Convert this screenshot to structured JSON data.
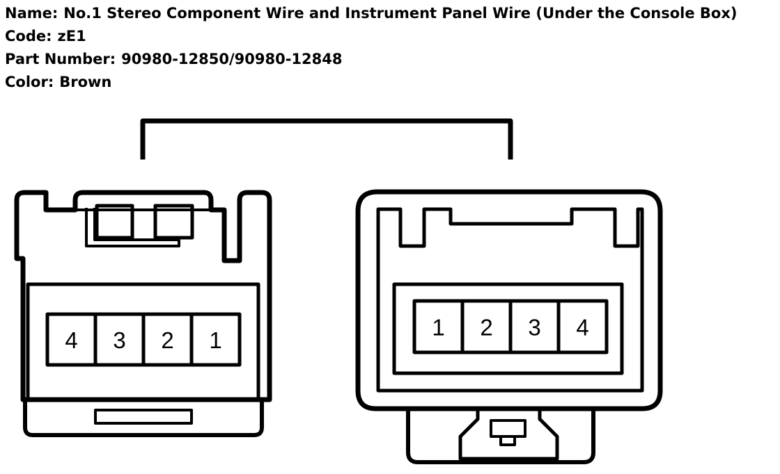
{
  "info": {
    "name_label": "Name:",
    "name_value": "No.1 Stereo Component Wire and Instrument Panel Wire (Under the Console Box)",
    "code_label": "Code:",
    "code_value": "zE1",
    "part_label": "Part Number:",
    "part_value": "90980-12850/90980-12848",
    "color_label": "Color:",
    "color_value": "Brown"
  },
  "connectors": {
    "left": {
      "pins": [
        "4",
        "3",
        "2",
        "1"
      ]
    },
    "right": {
      "pins": [
        "1",
        "2",
        "3",
        "4"
      ]
    }
  }
}
